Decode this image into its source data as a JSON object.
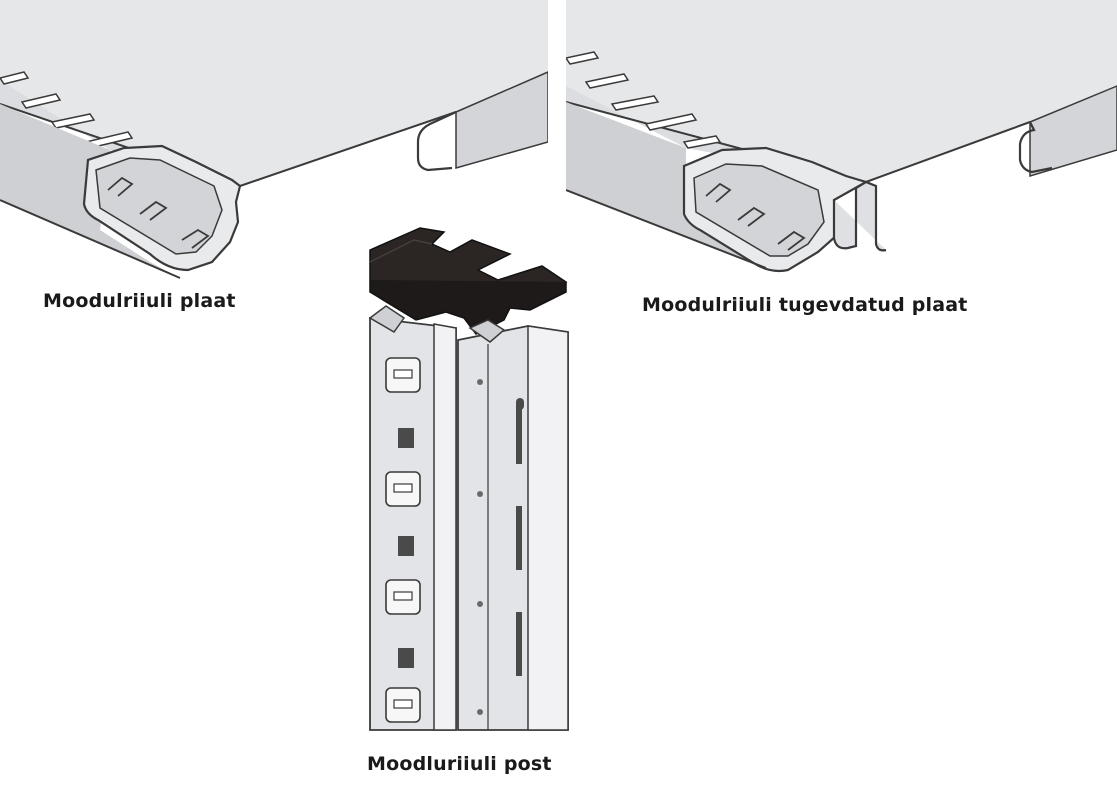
{
  "captions": {
    "shelf_plate": "Moodulriiuli plaat",
    "post": "Moodluriiuli post",
    "reinforced_plate": "Moodulriiuli tugevdatud plaat"
  },
  "colors": {
    "metal_light": "#ececee",
    "metal_mid": "#d7d8db",
    "metal_dark": "#b9bbbf",
    "outline": "#3a3a3a",
    "connector": "#2b2523",
    "background": "#ffffff"
  }
}
